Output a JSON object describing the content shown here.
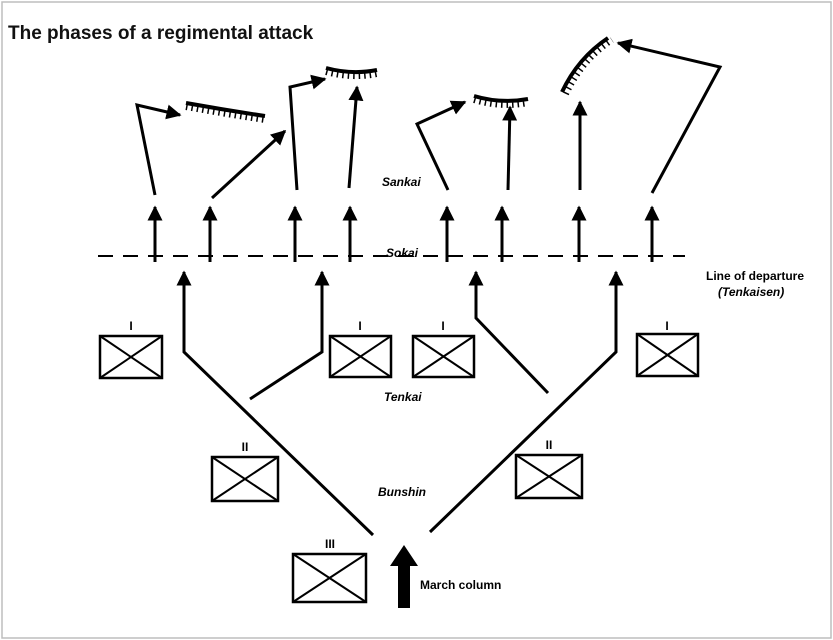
{
  "title": "The phases of a regimental attack",
  "labels": {
    "sankai": "Sankai",
    "sokai": "Sokai",
    "line_of_departure": "Line of departure",
    "tenkaisen": "(Tenkaisen)",
    "tenkai": "Tenkai",
    "bunshin": "Bunshin",
    "march_column": "March column"
  },
  "units": {
    "company_echelon": "I",
    "battalion_echelon": "II",
    "regiment_echelon": "III"
  }
}
